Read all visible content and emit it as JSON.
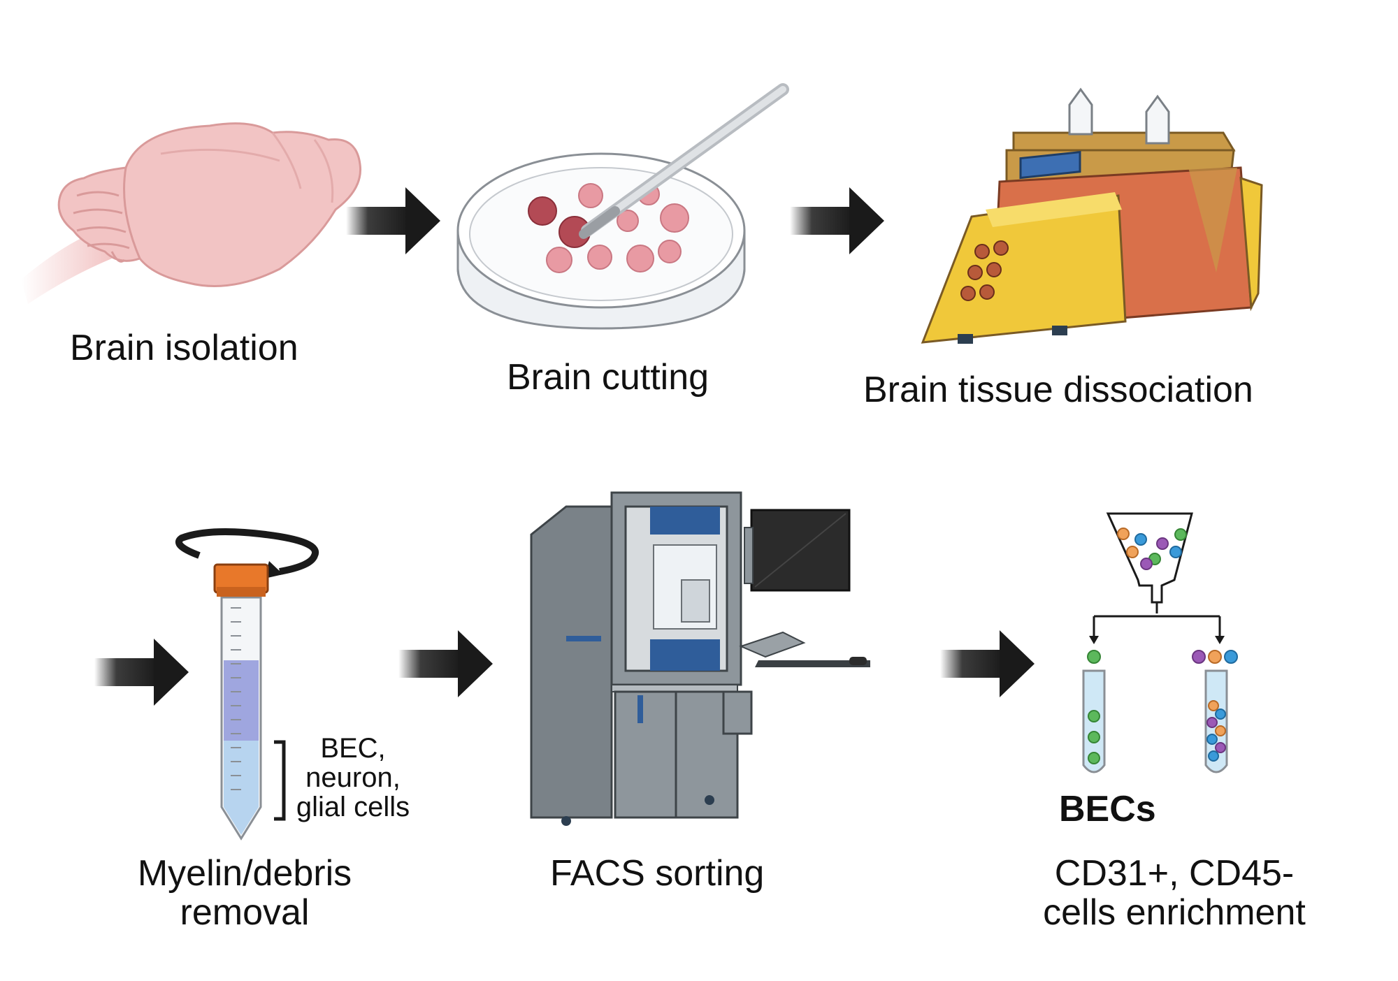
{
  "steps": [
    {
      "label": "Brain isolation"
    },
    {
      "label": "Brain cutting"
    },
    {
      "label": "Brain tissue dissociation"
    },
    {
      "label_line1": "Myelin/debris",
      "label_line2": "removal"
    },
    {
      "label": "FACS sorting"
    },
    {
      "label_line1": "CD31+, CD45-",
      "label_line2": "cells enrichment"
    }
  ],
  "tube_annotation": {
    "line1": "BEC,",
    "line2": "neuron,",
    "line3": "glial cells"
  },
  "result_title": "BECs",
  "colors": {
    "arrow": "#1a1a1a",
    "brain": "#f2c4c4",
    "brain_stroke": "#d99a9a",
    "dissociator_body": "#d9704a",
    "dissociator_panel": "#f0c83a",
    "tube_cap": "#e8782a",
    "tube_liquid": "#9fa6df",
    "tube_liquid_lower": "#b7d4ef",
    "facs_body": "#8e969c",
    "facs_blue": "#2f5d9a",
    "cell_green": "#5cb85c",
    "cell_purple": "#9b59b6",
    "cell_orange": "#f0a25a",
    "cell_blue": "#3a9ad9"
  }
}
